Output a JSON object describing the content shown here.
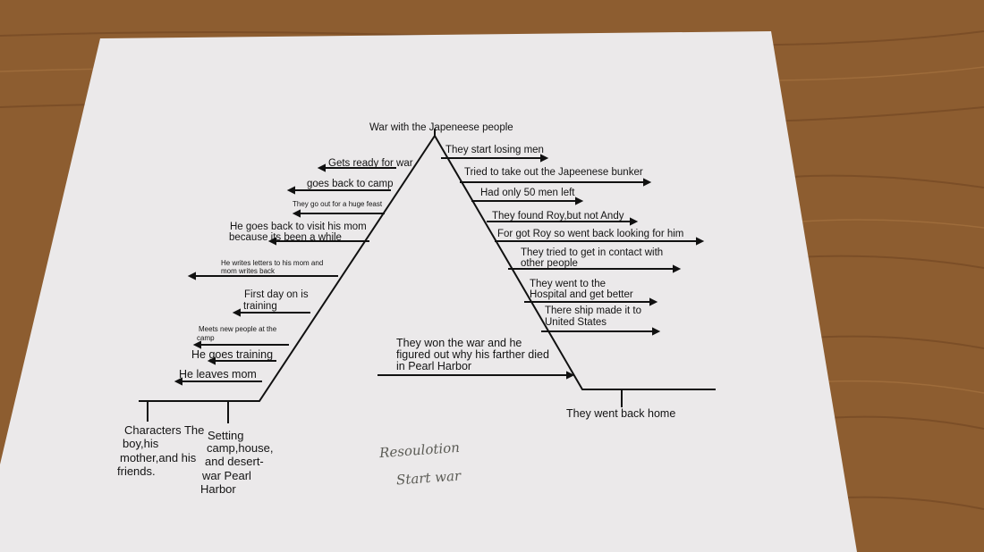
{
  "peak": "War with the Japeneese people",
  "rising": [
    "Gets ready for war",
    "goes back to camp",
    "They go out for a huge feast",
    "He goes back to visit his mom",
    "because its been a while",
    "He writes letters to his mom and",
    "mom writes back",
    "First day on is",
    "training",
    "Meets new people at the",
    "camp",
    "He goes training",
    "He leaves mom"
  ],
  "falling": [
    "They start losing men",
    "Tried to take out the Japeenese bunker",
    "Had only 50 men left",
    "They found Roy,but not Andy",
    "For got Roy so went back looking for him",
    "They tried to get in contact with",
    "other people",
    "They went to the",
    "Hospital and get better",
    "There ship made it to",
    "United States"
  ],
  "climax_note": [
    "They won the war and he",
    "figured out why his farther died",
    "in Pearl Harbor"
  ],
  "resolution_label": "They went back home",
  "characters": [
    "Characters The",
    "boy,his",
    "mother,and his",
    "friends."
  ],
  "setting": [
    "Setting",
    "camp,house,",
    "and desert-",
    "war Pearl",
    "Harbor"
  ],
  "handwriting": [
    "Resoulotion",
    "Start war"
  ]
}
